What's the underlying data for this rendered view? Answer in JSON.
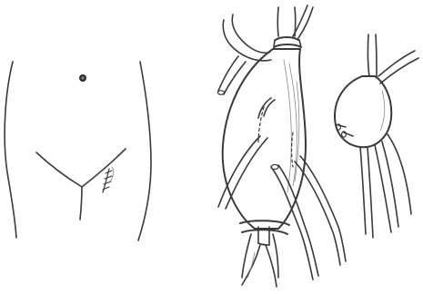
{
  "illustration": {
    "panels": [
      {
        "id": "abdomen",
        "icon": "abdomen-incision-illustration"
      },
      {
        "id": "aneurysm-graft",
        "icon": "bypass-graft-illustration"
      },
      {
        "id": "small-graft",
        "icon": "small-graft-illustration"
      }
    ],
    "colors": {
      "ink": "#3a3a3a",
      "shading": "#8a8a8a",
      "background": "#ffffff"
    }
  }
}
